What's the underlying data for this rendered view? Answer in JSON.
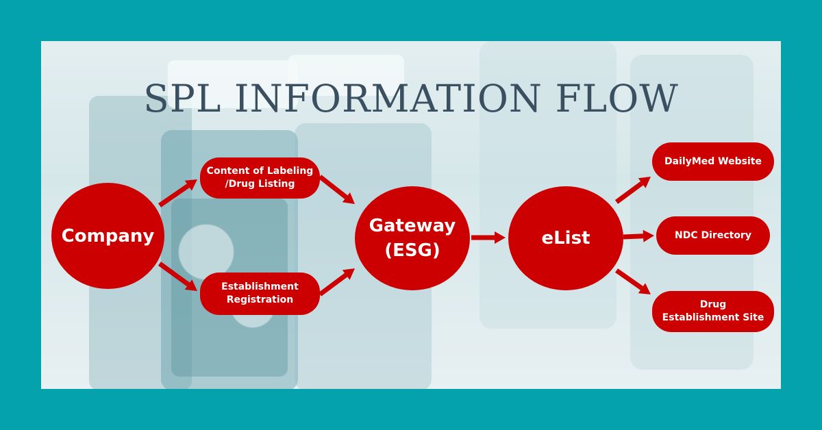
{
  "title": "SPL INFORMATION FLOW",
  "colors": {
    "frame": "#03a2ad",
    "node": "#cc0000",
    "title": "#3a4f60",
    "arrow": "#cc0000"
  },
  "nodes": {
    "company": "Company",
    "content_labeling": "Content of Labeling\n/Drug Listing",
    "establishment_registration": "Establishment\nRegistration",
    "gateway": "Gateway\n(ESG)",
    "elist": "eList",
    "dailymed": "DailyMed Website",
    "ndc": "NDC Directory",
    "drug_establishment": "Drug\nEstablishment Site"
  },
  "edges": [
    [
      "company",
      "content_labeling"
    ],
    [
      "company",
      "establishment_registration"
    ],
    [
      "content_labeling",
      "gateway"
    ],
    [
      "establishment_registration",
      "gateway"
    ],
    [
      "gateway",
      "elist"
    ],
    [
      "elist",
      "dailymed"
    ],
    [
      "elist",
      "ndc"
    ],
    [
      "elist",
      "drug_establishment"
    ]
  ]
}
